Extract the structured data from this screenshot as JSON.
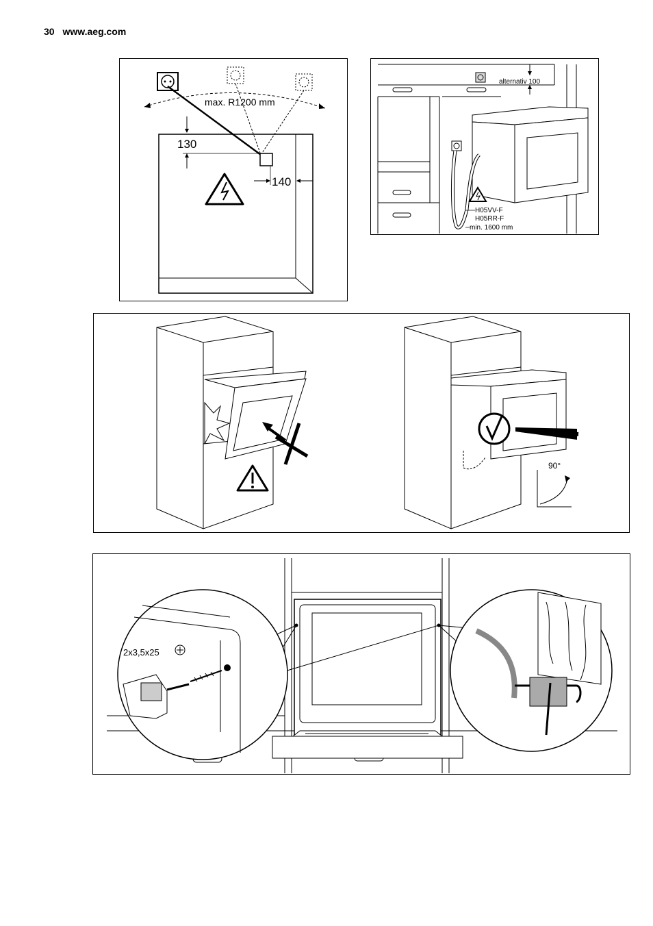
{
  "header": {
    "page_number": "30",
    "website": "www.aeg.com"
  },
  "figure1": {
    "radius_label": "max. R1200 mm",
    "dim_top": "130",
    "dim_side": "140"
  },
  "figure2": {
    "alt_label": "alternativ 100",
    "cable1": "H05VV-F",
    "cable2": "H05RR-F",
    "cable_length": "min. 1600 mm"
  },
  "figure3": {
    "angle_label": "90°"
  },
  "figure4": {
    "screw_label": "2x3,5x25"
  },
  "icons": [
    "socket-icon",
    "warning-electric-icon",
    "warning-icon",
    "wrong-x-icon",
    "correct-check-icon",
    "phillips-icon",
    "screwdriver-icon"
  ]
}
